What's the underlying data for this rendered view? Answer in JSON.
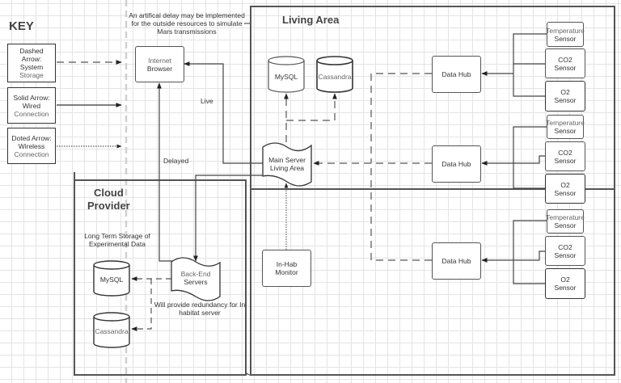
{
  "key": {
    "title": "KEY",
    "items": [
      {
        "line1": "Dashed",
        "line2": "Arrow:",
        "line3": "System",
        "line4": "Storage"
      },
      {
        "line1": "Solid Arrow:",
        "line2": "Wired",
        "line3": "Connection"
      },
      {
        "line1": "Doted Arrow:",
        "line2": "Wireless",
        "line3": "Connection"
      }
    ]
  },
  "note_delay": {
    "line1": "An artifical delay may be implemented",
    "line2": "for the outside resources to simulate",
    "line3": "Mars transmissions"
  },
  "internet_browser": {
    "line1": "Internet",
    "line2": "Browser"
  },
  "edge_labels": {
    "live": "Live",
    "delayed": "Delayed"
  },
  "living_area": {
    "title": "Living Area",
    "databases": [
      {
        "label": "MySQL"
      },
      {
        "label": "Cassandra"
      }
    ],
    "main_server": {
      "line1": "Main Server",
      "line2": "Living Area"
    },
    "monitor": {
      "line1": "In-Hab",
      "line2": "Monitor"
    },
    "hubs": [
      {
        "label": "Data Hub",
        "sensors": [
          {
            "line1": "Temperature",
            "line2": "Sensor"
          },
          {
            "line1": "CO2",
            "line2": "Sensor"
          },
          {
            "line1": "O2",
            "line2": "Sensor"
          }
        ]
      },
      {
        "label": "Data Hub",
        "sensors": [
          {
            "line1": "Temperature",
            "line2": "Sensor"
          },
          {
            "line1": "CO2",
            "line2": "Sensor"
          },
          {
            "line1": "O2",
            "line2": "Sensor"
          }
        ]
      },
      {
        "label": "Data Hub",
        "sensors": [
          {
            "line1": "Temperature",
            "line2": "Sensor"
          },
          {
            "line1": "CO2",
            "line2": "Sensor"
          },
          {
            "line1": "O2",
            "line2": "Sensor"
          }
        ]
      }
    ]
  },
  "cloud": {
    "title_line1": "Cloud",
    "title_line2": "Provider",
    "storage_note_line1": "Long Term Storage of",
    "storage_note_line2": "Experimental Data",
    "databases": [
      {
        "label": "MySQL"
      },
      {
        "label": "Cassandra"
      }
    ],
    "backend": {
      "line1": "Back-End",
      "line2": "Servers"
    },
    "redundancy_line1": "Will provide redundancy for In",
    "redundancy_line2": "habitat server"
  }
}
